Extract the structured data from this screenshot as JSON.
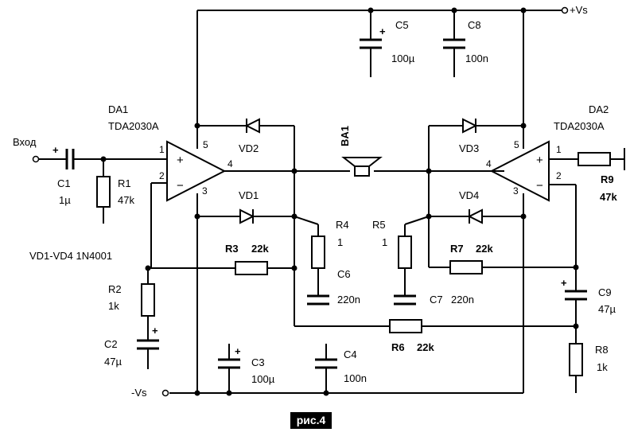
{
  "figure_label": "рис.4",
  "rails": {
    "pos": "+Vs",
    "neg": "-Vs",
    "input": "Вход"
  },
  "amplifiers": {
    "da1": {
      "ref": "DA1",
      "type": "TDA2030A",
      "plus": "+",
      "minus": "−",
      "pin1": "1",
      "pin2": "2",
      "pin3": "3",
      "pin4": "4",
      "pin5": "5"
    },
    "da2": {
      "ref": "DA2",
      "type": "TDA2030A",
      "plus": "+",
      "minus": "−",
      "pin1": "1",
      "pin2": "2",
      "pin3": "3",
      "pin4": "4",
      "pin5": "5"
    }
  },
  "diodes": {
    "vd1": "VD1",
    "vd2": "VD2",
    "vd3": "VD3",
    "vd4": "VD4",
    "note": "VD1-VD4 1N4001"
  },
  "speaker": "BA1",
  "polarity": "+",
  "resistors": {
    "r1": {
      "ref": "R1",
      "value": "47k"
    },
    "r2": {
      "ref": "R2",
      "value": "1k"
    },
    "r3": {
      "ref": "R3",
      "value": "22k"
    },
    "r4": {
      "ref": "R4",
      "value": "1"
    },
    "r5": {
      "ref": "R5",
      "value": "1"
    },
    "r6": {
      "ref": "R6",
      "value": "22k"
    },
    "r7": {
      "ref": "R7",
      "value": "22k"
    },
    "r8": {
      "ref": "R8",
      "value": "1k"
    },
    "r9": {
      "ref": "R9",
      "value": "47k"
    }
  },
  "capacitors": {
    "c1": {
      "ref": "C1",
      "value": "1µ"
    },
    "c2": {
      "ref": "C2",
      "value": "47µ"
    },
    "c3": {
      "ref": "C3",
      "value": "100µ"
    },
    "c4": {
      "ref": "C4",
      "value": "100n"
    },
    "c5": {
      "ref": "C5",
      "value": "100µ"
    },
    "c6": {
      "ref": "C6",
      "value": "220n"
    },
    "c7": {
      "ref": "C7",
      "value": "220n"
    },
    "c8": {
      "ref": "C8",
      "value": "100n"
    },
    "c9": {
      "ref": "C9",
      "value": "47µ"
    }
  }
}
